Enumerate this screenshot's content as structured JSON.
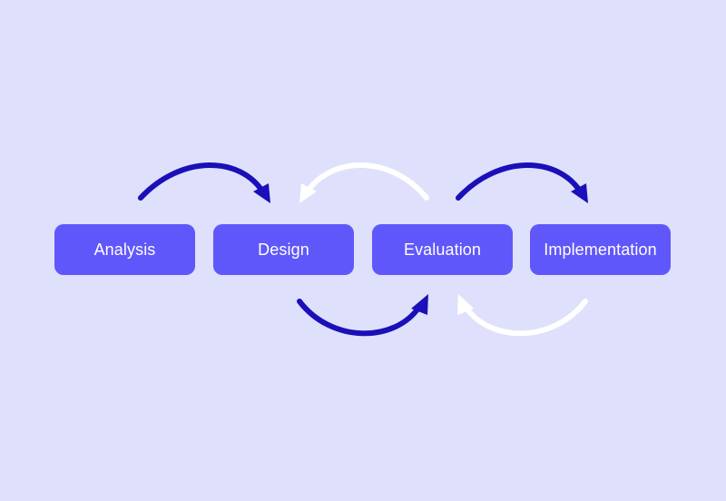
{
  "steps": [
    {
      "label": "Analysis"
    },
    {
      "label": "Design"
    },
    {
      "label": "Evaluation"
    },
    {
      "label": "Implementation"
    }
  ],
  "connectors": [
    {
      "from": "Analysis",
      "to": "Design",
      "position": "above",
      "color": "#1a0fb8"
    },
    {
      "from": "Evaluation",
      "to": "Design",
      "position": "above",
      "color": "#ffffff"
    },
    {
      "from": "Evaluation",
      "to": "Implementation",
      "position": "above",
      "color": "#1a0fb8"
    },
    {
      "from": "Design",
      "to": "Evaluation",
      "position": "below",
      "color": "#1a0fb8"
    },
    {
      "from": "Implementation",
      "to": "Evaluation",
      "position": "below",
      "color": "#ffffff"
    }
  ],
  "colors": {
    "background": "#dfe0fb",
    "box": "#6057fb",
    "box_text": "#ffffff",
    "forward_arrow": "#1a0fb8",
    "return_arrow": "#ffffff"
  }
}
